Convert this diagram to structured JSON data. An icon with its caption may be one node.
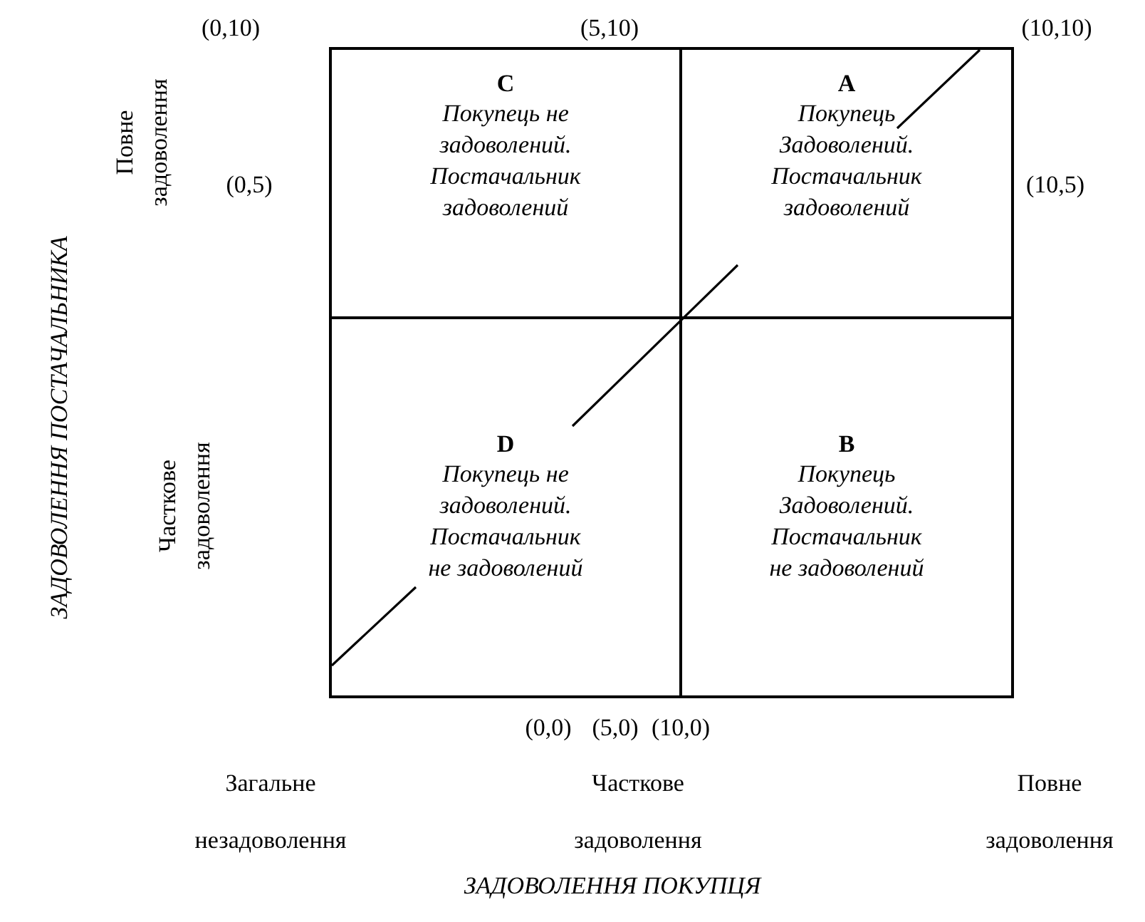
{
  "diagram": {
    "nodes": [
      {
        "text": [
          "C",
          "Покупець не задоволений. Постачальник задоволений"
        ]
      },
      {
        "text": [
          "A",
          "Покупець Задоволений. Постачальник задоволений"
        ]
      },
      {
        "text": [
          "D",
          "Покупець не задоволений. Постачальник не задоволений"
        ]
      },
      {
        "text": [
          "B",
          "Покупець Задоволений. Постачальник не задоволений"
        ]
      }
    ],
    "labels": [
      "(0,10)",
      "(5,10)",
      "(10,10)",
      "Повне задоволення",
      "ЗАДОВОЛЕННЯ ПОСТАЧАЛЬНИКА",
      "(0,5)",
      "(10,5)",
      "Часткове задоволення",
      "(0,0)",
      "(5,0)",
      "(10,0)",
      "Загальне незадоволення",
      "Часткове задоволення",
      "Повне задоволення",
      "ЗАДОВОЛЕННЯ ПОКУПЦЯ"
    ]
  }
}
